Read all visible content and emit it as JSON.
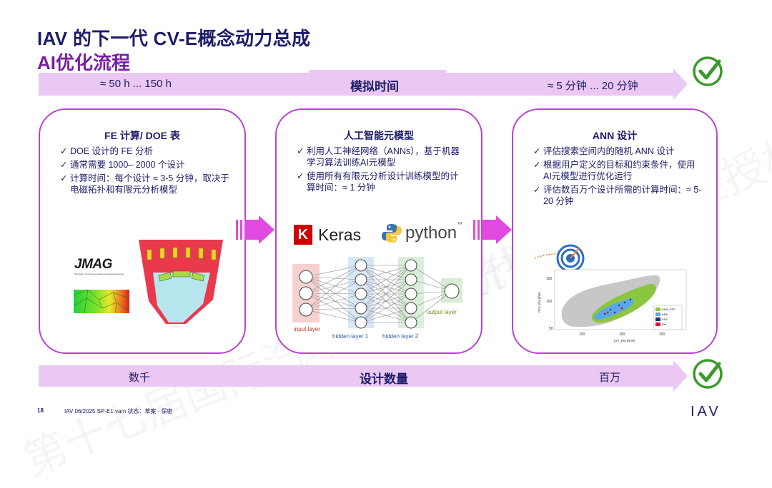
{
  "title": {
    "line1": "IAV 的下一代 CV-E概念动力总成",
    "line2": "AI优化流程"
  },
  "top_band": {
    "left": "≈ 50 h ... 150 h",
    "center": "模拟时间",
    "right": "≈ 5 分钟 ... 20 分钟"
  },
  "bottom_band": {
    "left": "数千",
    "center": "设计数量",
    "right": "百万"
  },
  "panels": [
    {
      "title": "FE 计算/ DOE 表",
      "bullets": [
        "DOE 设计的 FE 分析",
        "通常需要 1000– 2000 个设计",
        "计算时间：每个设计 ≈ 3-5 分钟，取决于电磁拓扑和有限元分析模型"
      ]
    },
    {
      "title": "人工智能元模型",
      "bullets": [
        "利用人工神经网络（ANNs），基于机器学习算法训练AI元模型",
        "使用所有有限元分析设计训练模型的计算时间：≈ 1 分钟"
      ]
    },
    {
      "title": "ANN 设计",
      "bullets": [
        "评估搜索空间内的随机 ANN 设计",
        "根据用户定义的目标和约束条件，使用AI元模型进行优化运行",
        "评估数百万个设计所需的计算时间：≈ 5-20 分钟"
      ]
    }
  ],
  "logos": {
    "jmag": "JMAG",
    "jmag_sub": "Simulation Technology for Electromechanical Design",
    "keras": "Keras",
    "keras_k": "K",
    "python": "python",
    "python_tm": "™"
  },
  "nn": {
    "input_label": "input layer",
    "hidden1": "hidden layer 1",
    "hidden2": "hidden layer 2",
    "output_label": "output layer"
  },
  "scatter": {
    "ylabel": "P2V_EM [kW]",
    "xlabel": "T2V_EM [Nm/l]",
    "xticks": [
      "100",
      "150",
      "200"
    ],
    "yticks": [
      "150",
      "100",
      "50"
    ],
    "legend": [
      {
        "name": "ANN_OPT",
        "color": "#8cc63f"
      },
      {
        "name": "ANN",
        "color": "#5aa9e6"
      },
      {
        "name": "FEA",
        "color": "#1c2b8f"
      },
      {
        "name": "Ref",
        "color": "#d81b3c"
      }
    ]
  },
  "footer": {
    "page": "18",
    "info": "IAV 06/2025  SP-E1  vam  状态：草案 · 保密"
  },
  "brand": {
    "logo": "IAV"
  },
  "colors": {
    "navy": "#1c1c6b",
    "purple": "#7a1fa2",
    "band": "#ebc8f3",
    "panel_border": "#b844d0",
    "check_green": "#3a9a2a"
  }
}
